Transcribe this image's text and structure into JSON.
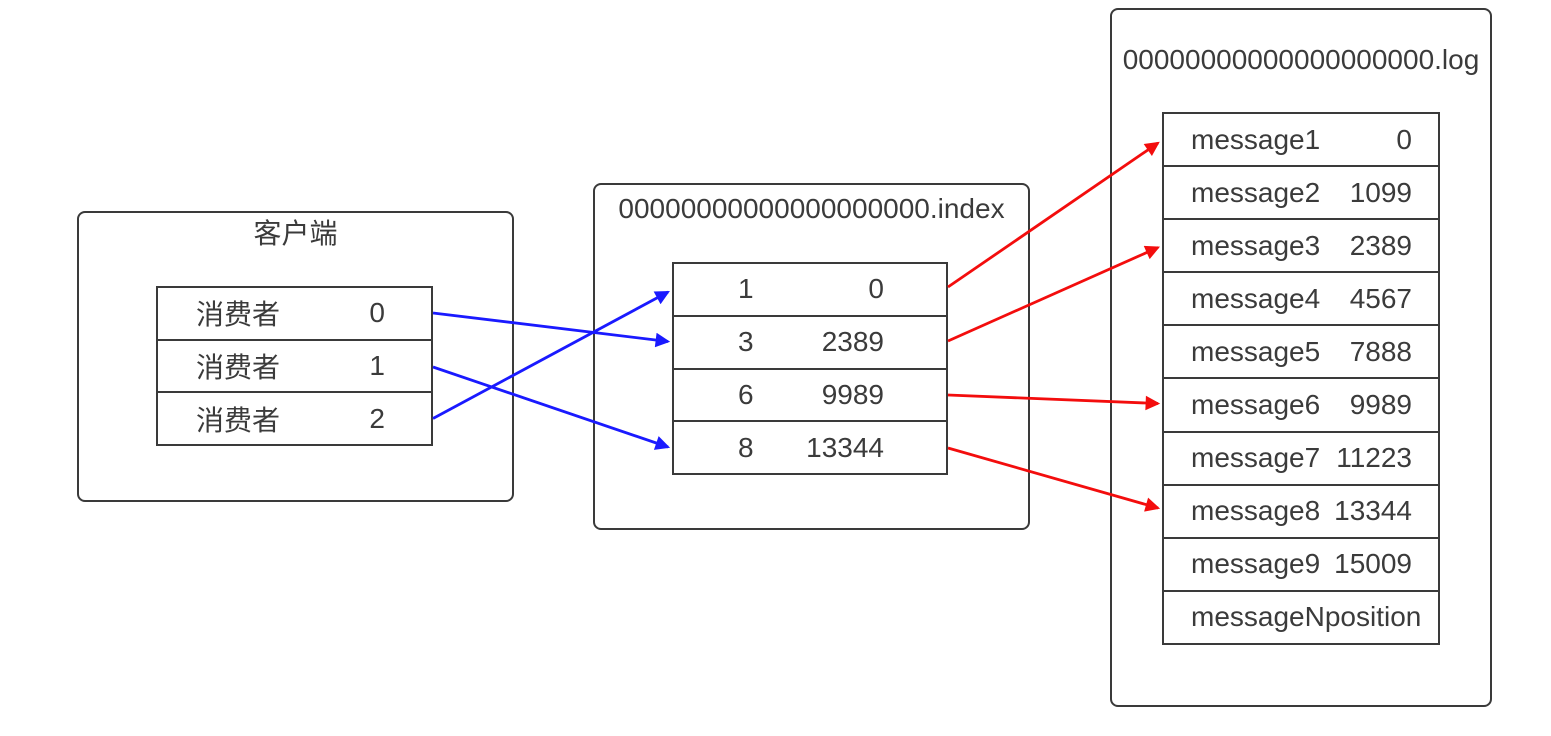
{
  "colors": {
    "background": "#ffffff",
    "border": "#3a3a3a",
    "text": "#3b3b3b",
    "blue_arrow": "#1a1aff",
    "red_arrow": "#f30d0d"
  },
  "client_box": {
    "title": "客户端",
    "rows": [
      {
        "label": "消费者",
        "value": "0"
      },
      {
        "label": "消费者",
        "value": "1"
      },
      {
        "label": "消费者",
        "value": "2"
      }
    ]
  },
  "index_file": {
    "title": "00000000000000000000.index",
    "rows": [
      {
        "offset": "1",
        "position": "0"
      },
      {
        "offset": "3",
        "position": "2389"
      },
      {
        "offset": "6",
        "position": "9989"
      },
      {
        "offset": "8",
        "position": "13344"
      }
    ]
  },
  "log_file": {
    "title": "00000000000000000000.log",
    "rows": [
      {
        "label": "message1",
        "position": "0"
      },
      {
        "label": "message2",
        "position": "1099"
      },
      {
        "label": "message3",
        "position": "2389"
      },
      {
        "label": "message4",
        "position": "4567"
      },
      {
        "label": "message5",
        "position": "7888"
      },
      {
        "label": "message6",
        "position": "9989"
      },
      {
        "label": "message7",
        "position": "11223"
      },
      {
        "label": "message8",
        "position": "13344"
      },
      {
        "label": "message9",
        "position": "15009"
      },
      {
        "label": "messageN",
        "position": "position"
      }
    ]
  },
  "connections": {
    "consumer_to_index": [
      {
        "from": "消费者 0",
        "to_index_row": "3 2389"
      },
      {
        "from": "消费者 1",
        "to_index_row": "8 13344"
      },
      {
        "from": "消费者 2",
        "to_index_row": "1 0"
      }
    ],
    "index_to_log": [
      {
        "from_index_row": "1 0",
        "to_log_row": "message1"
      },
      {
        "from_index_row": "3 2389",
        "to_log_row": "message3"
      },
      {
        "from_index_row": "6 9989",
        "to_log_row": "message6"
      },
      {
        "from_index_row": "8 13344",
        "to_log_row": "message8"
      }
    ]
  }
}
